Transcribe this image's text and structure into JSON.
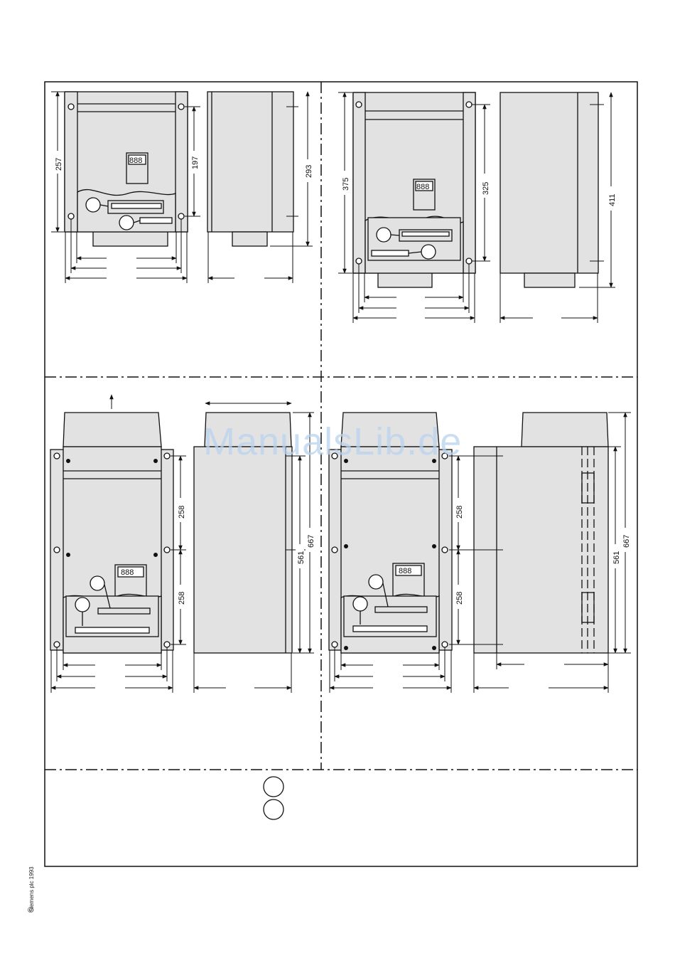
{
  "dimensions": {
    "p1_height": "257",
    "p1_mount": "197",
    "p1_side": "293",
    "p2_height": "375",
    "p2_mount": "325",
    "p2_side": "411",
    "p3_upper": "258",
    "p3_lower": "258",
    "p3_mid": "561",
    "p3_total": "667",
    "p4_upper": "258",
    "p4_lower": "258",
    "p4_mid": "561",
    "p4_total": "667"
  },
  "display_text": "888",
  "watermark": "ManualsLib.de",
  "copyright": {
    "symbol": "©",
    "text": "Siemens plc 1993"
  },
  "colors": {
    "housing": "#e2e2e2",
    "line": "#111111",
    "watermark": "#b9d3ee"
  }
}
